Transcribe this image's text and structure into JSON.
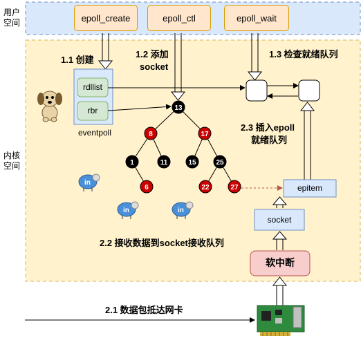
{
  "zones": {
    "user_space": "用户\n空间",
    "kernel_space": "内核\n空间"
  },
  "api_calls": [
    {
      "id": "create",
      "label": "epoll_create"
    },
    {
      "id": "ctl",
      "label": "epoll_ctl"
    },
    {
      "id": "wait",
      "label": "epoll_wait"
    }
  ],
  "steps": {
    "s11": "1.1 创建",
    "s12_a": "1.2 添加",
    "s12_b": "socket",
    "s13": "1.3 检查就绪队列",
    "s23_a": "2.3 插入epoll",
    "s23_b": "就绪队列",
    "s22": "2.2 接收数据到socket接收队列",
    "s21": "2.1 数据包抵达网卡"
  },
  "eventpoll": {
    "label": "eventpoll",
    "rdllist": "rdllist",
    "rbr": "rbr"
  },
  "boxes": {
    "epitem": "epitem",
    "socket": "socket",
    "softirq": "软中断"
  },
  "rbtree": [
    {
      "key": "13",
      "color": "black"
    },
    {
      "key": "8",
      "color": "red"
    },
    {
      "key": "17",
      "color": "red"
    },
    {
      "key": "1",
      "color": "black"
    },
    {
      "key": "11",
      "color": "black"
    },
    {
      "key": "15",
      "color": "black"
    },
    {
      "key": "25",
      "color": "black"
    },
    {
      "key": "6",
      "color": "red"
    },
    {
      "key": "22",
      "color": "red"
    },
    {
      "key": "27",
      "color": "red"
    }
  ],
  "colors": {
    "user_bg": "#dae8fc",
    "user_border": "#6c8ebf",
    "kernel_bg": "#fff2cc",
    "kernel_border": "#d6b656",
    "api_bg": "#ffe6cc",
    "api_border": "#d79b00",
    "green_bg": "#d5e8d4",
    "green_border": "#82b366",
    "red_node": "#cc0000",
    "black_node": "#000000",
    "softirq_bg": "#f8cecc",
    "softirq_border": "#b85450"
  },
  "icons": [
    "dog-icon",
    "sheep-icon",
    "network-card-icon"
  ]
}
